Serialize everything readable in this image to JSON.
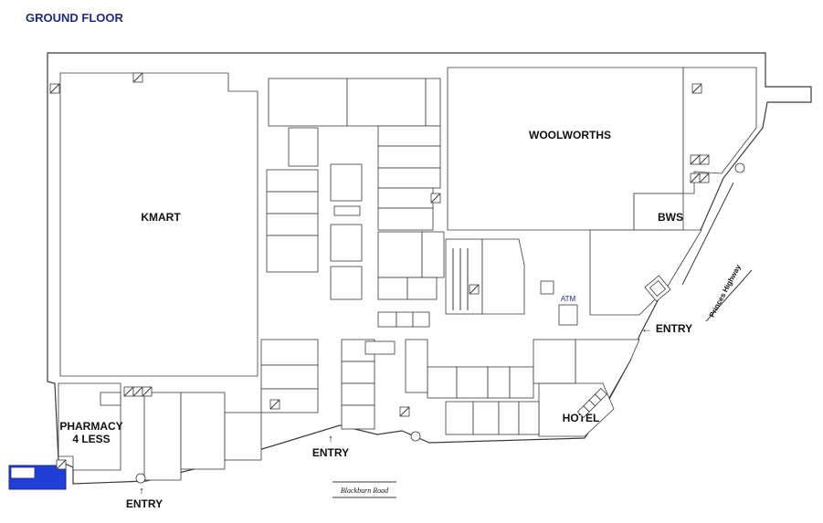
{
  "title": "GROUND FLOOR",
  "colors": {
    "title": "#1f2a80",
    "atm": "#1f2a80",
    "highlight": "#1f3fd6",
    "walls": "#3a3a3a"
  },
  "stores": {
    "kmart": "KMART",
    "woolworths": "WOOLWORTHS",
    "bws": "BWS",
    "hotel": "HOTEL",
    "pharmacy_line1": "PHARMACY",
    "pharmacy_line2": "4 LESS"
  },
  "atm": "ATM",
  "entries": {
    "bottom_left": {
      "arrow": "↑",
      "label": "ENTRY"
    },
    "bottom_center": {
      "arrow": "↑",
      "label": "ENTRY"
    },
    "right": {
      "arrow": "←",
      "label": "ENTRY"
    }
  },
  "roads": {
    "bottom": "Blackburn Road",
    "right": "Princes Highway"
  },
  "icons": [
    "lift-icon",
    "stairs-icon",
    "escalator-icon"
  ]
}
